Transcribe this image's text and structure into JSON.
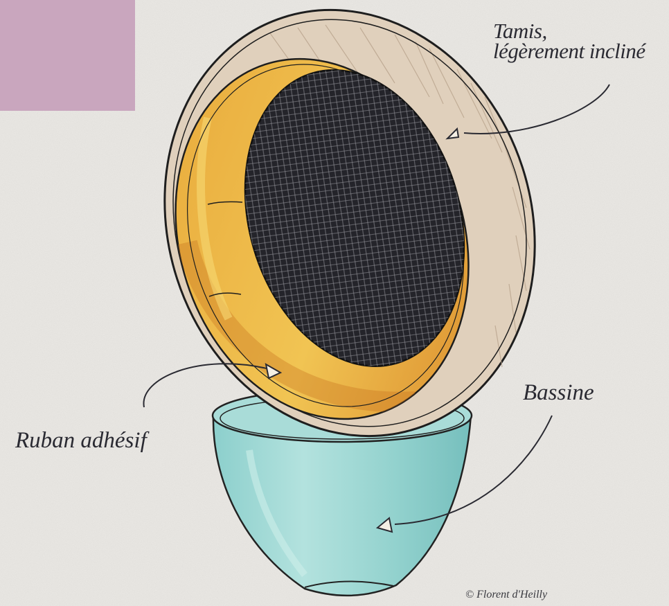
{
  "labels": {
    "tamis_line1": "Tamis,",
    "tamis_line2": "légèrement incliné",
    "bassine": "Bassine",
    "ruban": "Ruban adhésif"
  },
  "credit": "© Florent d'Heilly",
  "colors": {
    "paper": "#ebe9e5",
    "swatch": "#c9a6be",
    "sieve_wood": "#e0d0bc",
    "sieve_inner": "#e3a838",
    "mesh": "#1e1e22",
    "bowl": "#9fd6d2",
    "ink": "#2a2a32"
  }
}
